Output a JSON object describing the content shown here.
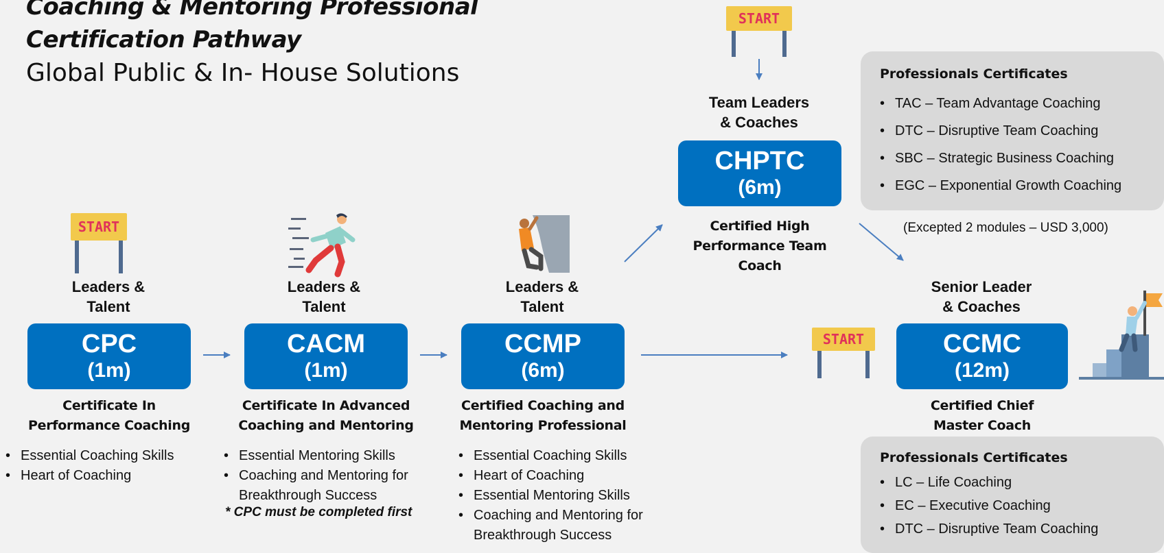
{
  "header": {
    "title_line1": "Coaching & Mentoring Professional",
    "title_line2": "Certification Pathway",
    "subtitle": "Global Public & In- House Solutions"
  },
  "start_sign_text": "START",
  "courses": {
    "cpc": {
      "audience_1": "Leaders &",
      "audience_2": "Talent",
      "code": "CPC",
      "duration": "(1m)",
      "name_1": "Certificate In",
      "name_2": "Performance Coaching",
      "bullets": [
        "Essential Coaching Skills",
        "Heart of Coaching"
      ]
    },
    "cacm": {
      "audience_1": "Leaders &",
      "audience_2": "Talent",
      "code": "CACM",
      "duration": "(1m)",
      "name_1": "Certificate In Advanced",
      "name_2": "Coaching and Mentoring",
      "bullets": [
        "Essential Mentoring Skills",
        "Coaching and Mentoring for",
        "Breakthrough Success"
      ],
      "note": "* CPC must be completed first"
    },
    "ccmp": {
      "audience_1": "Leaders &",
      "audience_2": "Talent",
      "code": "CCMP",
      "duration": "(6m)",
      "name_1": "Certified Coaching and",
      "name_2": "Mentoring Professional",
      "bullets": [
        "Essential Coaching Skills",
        "Heart of Coaching",
        "Essential Mentoring Skills",
        "Coaching and Mentoring for",
        "Breakthrough Success"
      ]
    },
    "chptc": {
      "audience_1": "Team Leaders",
      "audience_2": "& Coaches",
      "code": "CHPTC",
      "duration": "(6m)",
      "name_1": "Certified High",
      "name_2": "Performance Team",
      "name_3": "Coach"
    },
    "ccmc": {
      "audience_1": "Senior Leader",
      "audience_2": "& Coaches",
      "code": "CCMC",
      "duration": "(12m)",
      "name_1": "Certified Chief",
      "name_2": "Master Coach"
    }
  },
  "panel_top": {
    "heading": "Professionals Certificates",
    "items": [
      "TAC – Team Advantage Coaching",
      "DTC –  Disruptive Team Coaching",
      "SBC – Strategic Business Coaching",
      "EGC – Exponential Growth Coaching"
    ],
    "excepted": "(Excepted 2 modules – USD 3,000)"
  },
  "panel_bottom": {
    "heading": "Professionals Certificates",
    "items": [
      "LC – Life Coaching",
      "EC – Executive Coaching",
      "DTC – Disruptive Team Coaching"
    ]
  },
  "colors": {
    "box_blue": "#0070c0",
    "arrow_blue": "#4a7ec0",
    "panel_gray": "#d9d9d9",
    "start_yellow": "#f2c94c",
    "start_text": "#e0325a"
  },
  "icons": [
    "start-sign-icon",
    "runner-icon",
    "climber-icon",
    "summit-flag-icon"
  ]
}
